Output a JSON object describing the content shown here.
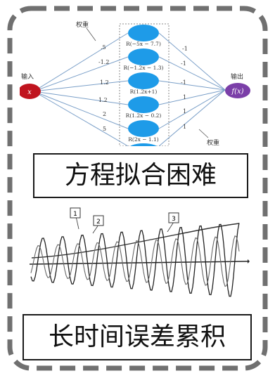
{
  "network": {
    "weight_label_top": "权重",
    "weight_label_bottom": "权重",
    "input_label": "输入",
    "input_node": "x",
    "output_label": "输出",
    "output_node": "f(x)",
    "input_weights": [
      ".5",
      "-1.2",
      "1.2",
      "1.2",
      "2",
      "5"
    ],
    "output_weights": [
      "-1",
      "-1",
      "-1",
      "1",
      "1",
      "1"
    ],
    "neurons": [
      "R(−5x − 7.7)",
      "R(−1.2x − 1.3)",
      "R(1.2x+1)",
      "R(1.2x − 0.2)",
      "R(2x − 1.1)"
    ]
  },
  "caption_top": "方程拟合困难",
  "caption_bottom": "长时间误差累积",
  "wave_markers": [
    "1",
    "2",
    "3"
  ],
  "colors": {
    "node_blue": "#1e9be8",
    "input_red": "#c0141e",
    "output_purple": "#7b3fa8",
    "frame_gray": "#707070"
  }
}
